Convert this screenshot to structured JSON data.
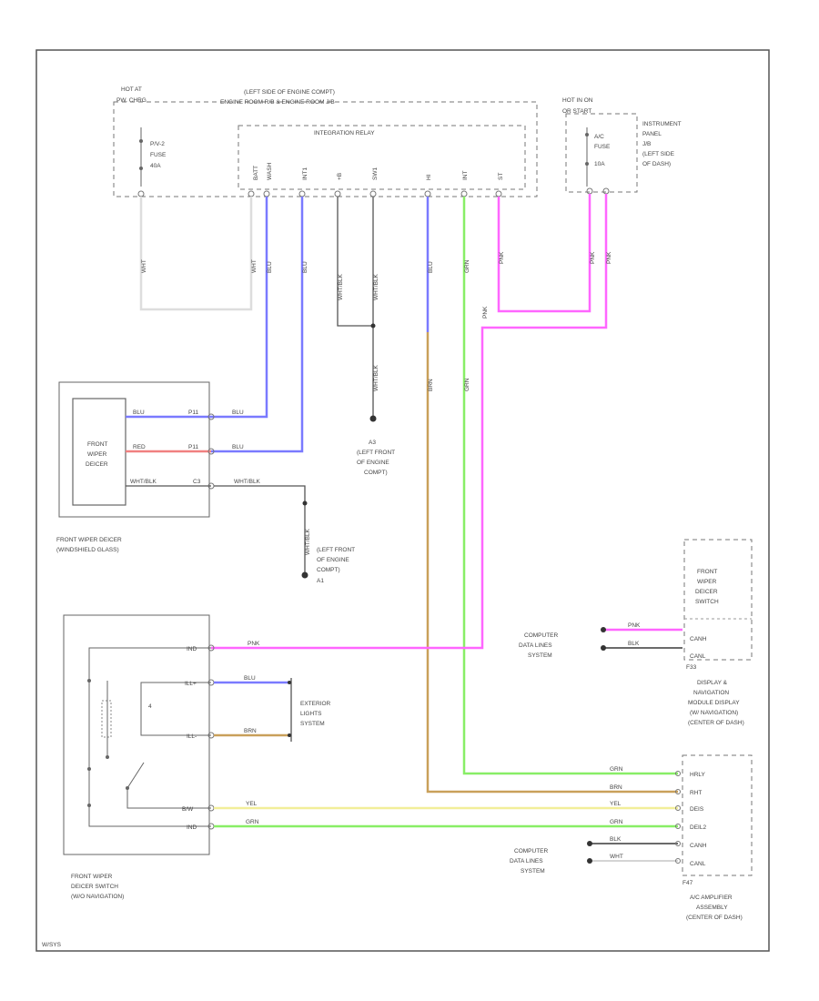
{
  "colors": {
    "blu": "#7a7aff",
    "red": "#f08080",
    "pnk": "#ff66ff",
    "grn": "#88ee66",
    "brn": "#c9a05a",
    "yel": "#f2ee99",
    "gry": "#cccccc",
    "blk": "#444444",
    "wht": "#dddddd"
  },
  "top": {
    "hot_left": "HOT AT",
    "hot_left2": "PW. CHRG",
    "fuse_left_1": "P/V-2",
    "fuse_left_2": "FUSE",
    "fuse_left_3": "40A",
    "left_side_1": "(LEFT SIDE OF ENGINE COMPT)",
    "left_side_2": "ENGINE ROOM R/B & ENGINE ROOM J/B",
    "relay": "INTEGRATION RELAY",
    "relay_pins": [
      "BATT",
      "WASH",
      "INT1",
      "+B",
      "SW1",
      "HI",
      "INT",
      "ST"
    ],
    "hot_right": "HOT IN ON",
    "hot_right2": "OR START",
    "fuse_right_1": "A/C",
    "fuse_right_2": "FUSE",
    "fuse_right_3": "10A",
    "ip_jb_1": "INSTRUMENT",
    "ip_jb_2": "PANEL",
    "ip_jb_3": "J/B",
    "ip_jb_4": "(LEFT SIDE",
    "ip_jb_5": "OF DASH)"
  },
  "wires": {
    "wht": "WHT",
    "blu": "BLU",
    "wht_blk": "WHT/BLK",
    "grn": "GRN",
    "brn": "BRN",
    "pnk": "PNK",
    "red": "RED",
    "yel": "YEL",
    "blk": "BLK",
    "pnk_label": "PNK"
  },
  "deicer": {
    "title1": "FRONT",
    "title2": "WIPER",
    "title3": "DEICER",
    "caption1": "FRONT WIPER DEICER",
    "caption2": "(WINDSHIELD GLASS)",
    "w1": "BLU",
    "w2": "RED",
    "w3": "WHT/BLK",
    "pin1": "P11",
    "pin2": "P11",
    "pin3": "C3"
  },
  "ground1": {
    "name": "A3",
    "loc1": "(LEFT FRONT",
    "loc2": "OF ENGINE",
    "loc3": "COMPT)"
  },
  "ground2": {
    "loc1": "(LEFT FRONT",
    "loc2": "OF ENGINE",
    "loc3": "COMPT)",
    "name": "A1"
  },
  "switch": {
    "caption1": "FRONT WIPER",
    "caption2": "DEICER SWITCH",
    "caption3": "(W/O NAVIGATION)",
    "pins": [
      "IND",
      "ILL+",
      "ILL-",
      "B/W",
      "IND"
    ],
    "ext_lights1": "EXTERIOR",
    "ext_lights2": "LIGHTS",
    "ext_lights3": "SYSTEM"
  },
  "display": {
    "cds1": "COMPUTER",
    "cds2": "DATA LINES",
    "cds3": "SYSTEM",
    "pins": [
      "CANH",
      "CANL"
    ],
    "conn": "F33",
    "sw1": "FRONT",
    "sw2": "WIPER",
    "sw3": "DEICER",
    "sw4": "SWITCH",
    "cap1": "DISPLAY &",
    "cap2": "NAVIGATION",
    "cap3": "MODULE DISPLAY",
    "cap4": "(W/ NAVIGATION)",
    "cap5": "(CENTER OF DASH)"
  },
  "amp": {
    "pins": [
      "HRLY",
      "RHT",
      "DEIS",
      "DEIL2",
      "CANH",
      "CANL"
    ],
    "conn": "F47",
    "cds1": "COMPUTER",
    "cds2": "DATA LINES",
    "cds3": "SYSTEM",
    "cap1": "A/C AMPLIFIER",
    "cap2": "ASSEMBLY",
    "cap3": "(CENTER OF DASH)"
  },
  "footer": "W/SYS"
}
